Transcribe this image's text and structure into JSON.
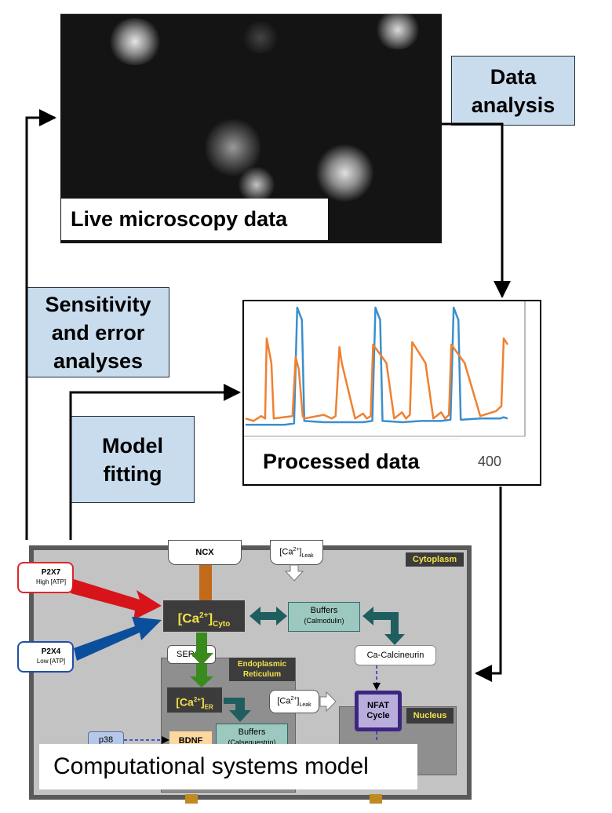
{
  "labels": {
    "data_analysis": "Data analysis",
    "sensitivity": "Sensitivity and error analyses",
    "model_fitting": "Model fitting",
    "live_microscopy": "Live microscopy data",
    "processed_data": "Processed data",
    "computational_model": "Computational systems model"
  },
  "model": {
    "ncx": "NCX",
    "ca_leak_top": "[Ca2+]Leak",
    "cytoplasm": "Cytoplasm",
    "p2x7": "P2X7",
    "p2x7_sub": "High [ATP]",
    "p2x4": "P2X4",
    "p2x4_sub": "Low [ATP]",
    "ca_cyto": "[Ca2+]Cyto",
    "buffers_cyto": "Buffers",
    "buffers_cyto_sub": "(Calmodulin)",
    "serca": "SERCA",
    "er": "Endoplasmic Reticulum",
    "ca_calcineurin": "Ca-Calcineurin",
    "ca_er": "[Ca2+]ER",
    "ca_leak_er": "[Ca2+]Leak",
    "nfat": "NFAT Cycle",
    "nucleus": "Nucleus",
    "buffers_er": "Buffers",
    "buffers_er_sub": "(Calsequestrin)",
    "p38": "p38",
    "bdnf": "BDNF"
  },
  "chart_data": {
    "type": "line",
    "xticks": [
      "400"
    ],
    "series": [
      {
        "color": "#3a8fcf",
        "x": [
          0,
          25,
          50,
          62,
          66,
          72,
          75,
          100,
          125,
          150,
          162,
          166,
          172,
          175,
          200,
          225,
          250,
          262,
          266,
          272,
          275,
          300,
          325,
          330,
          335
        ],
        "y": [
          0.05,
          0.05,
          0.05,
          0.06,
          1.0,
          0.9,
          0.08,
          0.07,
          0.07,
          0.07,
          0.08,
          1.0,
          0.9,
          0.08,
          0.07,
          0.08,
          0.08,
          0.09,
          1.0,
          0.9,
          0.09,
          0.1,
          0.1,
          0.11,
          0.1
        ]
      },
      {
        "color": "#f08030",
        "x": [
          0,
          10,
          20,
          25,
          27,
          33,
          36,
          60,
          64,
          68,
          73,
          75,
          100,
          110,
          115,
          120,
          123,
          140,
          150,
          155,
          160,
          163,
          180,
          190,
          200,
          205,
          210,
          213,
          230,
          240,
          250,
          255,
          260,
          263,
          280,
          300,
          320,
          327,
          330,
          333,
          335
        ],
        "y": [
          0.1,
          0.08,
          0.12,
          0.1,
          0.75,
          0.55,
          0.1,
          0.12,
          0.6,
          0.5,
          0.12,
          0.1,
          0.13,
          0.1,
          0.12,
          0.68,
          0.55,
          0.1,
          0.14,
          0.1,
          0.12,
          0.7,
          0.55,
          0.1,
          0.15,
          0.1,
          0.13,
          0.72,
          0.55,
          0.1,
          0.15,
          0.1,
          0.13,
          0.7,
          0.55,
          0.12,
          0.16,
          0.2,
          0.75,
          0.72,
          0.7
        ]
      }
    ]
  }
}
